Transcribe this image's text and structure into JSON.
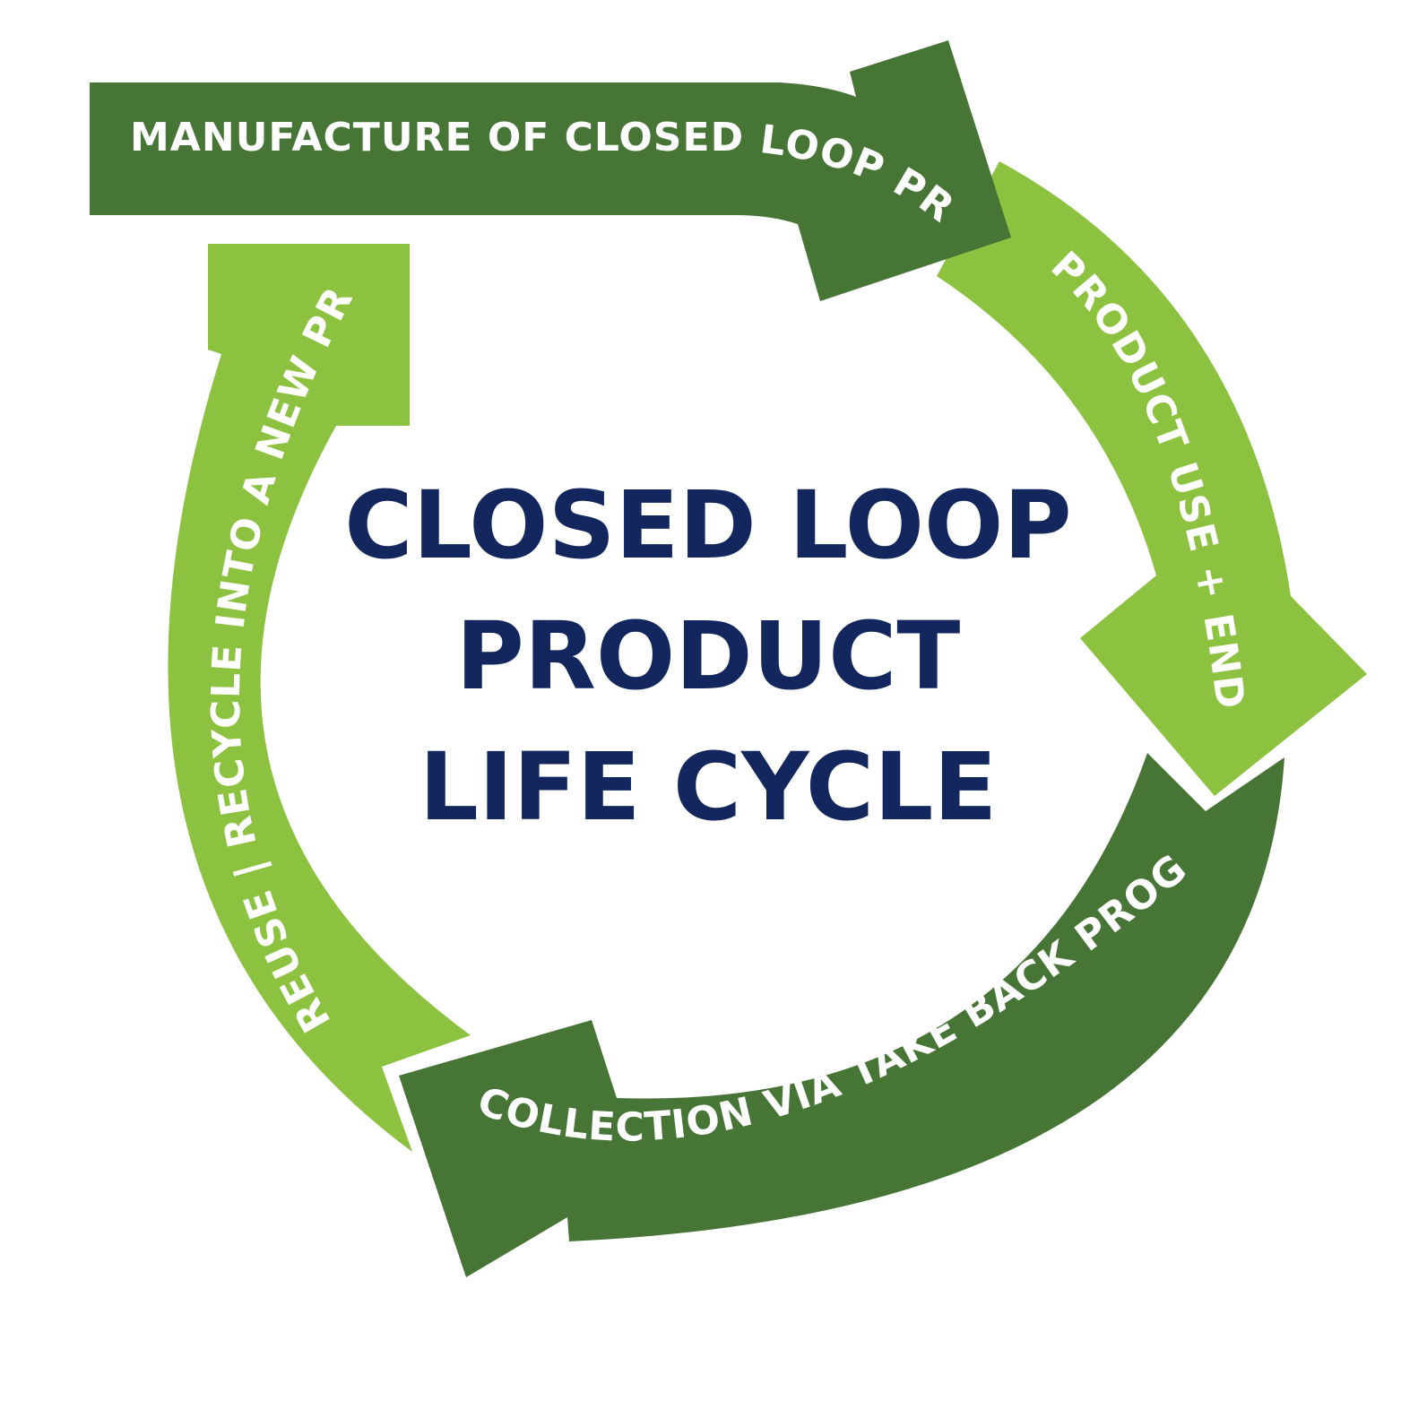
{
  "title_lines": [
    "CLOSED LOOP",
    "PRODUCT",
    "LIFE CYCLE"
  ],
  "stages": [
    {
      "id": "manufacture",
      "label": "MANUFACTURE OF CLOSED LOOP PRODUCT",
      "color": "#467535"
    },
    {
      "id": "use",
      "label": "PRODUCT USE + END LIFE",
      "color": "#8dc140"
    },
    {
      "id": "collection",
      "label": "COLLECTION VIA TAKE BACK PROGRAM",
      "color": "#467535"
    },
    {
      "id": "reuse",
      "label": "REUSE | RECYCLE INTO A NEW PRODUCT",
      "color": "#8dc140"
    }
  ],
  "colors": {
    "title": "#13275e",
    "background": "#ffffff",
    "dark_green": "#467535",
    "light_green": "#8dc140"
  }
}
